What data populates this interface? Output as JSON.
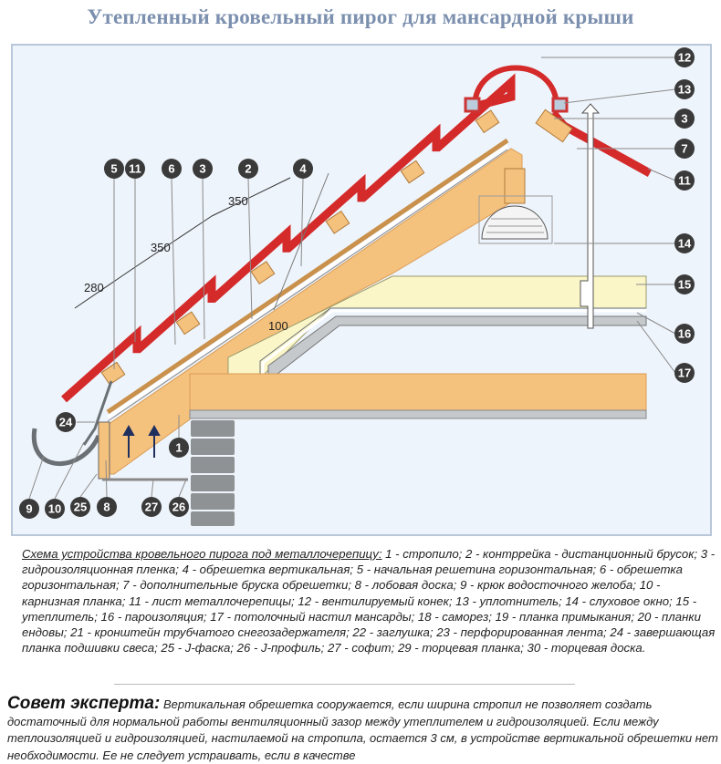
{
  "title": "Утепленный кровельный пирог для мансардной крыши",
  "callouts": {
    "c12": "12",
    "c13": "13",
    "c3r": "3",
    "c7": "7",
    "c11r": "11",
    "c14": "14",
    "c15": "15",
    "c16": "16",
    "c17": "17",
    "c5": "5",
    "c11l": "11",
    "c6": "6",
    "c3l": "3",
    "c2": "2",
    "c4": "4",
    "c24": "24",
    "c1": "1",
    "c9": "9",
    "c10": "10",
    "c25": "25",
    "c8": "8",
    "c27": "27",
    "c26": "26"
  },
  "dimensions": {
    "d350a": "350",
    "d350b": "350",
    "d280": "280",
    "d100": "100"
  },
  "colors": {
    "roof": "#d42a2a",
    "wood": "#f5c27e",
    "insulation": "#fbf6c8",
    "callout": "#3a3a3a",
    "title": "#7b8fae"
  },
  "caption": {
    "heading": "Схема устройства кровельного пирога под металлочерепицу:",
    "text": " 1 - стропило; 2 - контррейка - дистанционный брусок; 3 - гидроизоляционная пленка; 4 - обрешетка вертикальная; 5 - начальная решетина горизонтальная; 6 - обрешетка горизонтальная; 7 - дополнительные бруска обрешетки; 8 - лобовая доска; 9 - крюк водосточного желоба; 10 - карнизная планка; 11 - лист металлочерепицы; 12 - вентилируемый конек; 13 - уплотнитель; 14 - слуховое окно; 15 - утеплитель; 16 - пароизоляция; 17 - потолочный настил мансарды; 18 - саморез; 19 - планка примыкания; 20 - планки ендовы; 21 - кронштейн трубчатого снегозадержателя; 22 - заглушка; 23 - перфорированная лента; 24 - завершающая планка подшивки свеса; 25 - J-фаска; 26 - J-профиль; 27 - софит; 29 - торцевая планка; 30 - торцевая доска."
  },
  "tip": {
    "heading": "Совет эксперта:",
    "text": " Вертикальная обрешетка сооружается, если ширина стропил не позволяет создать достаточный для нормальной работы вентиляционный зазор между утеплителем и гидроизоляцией. Если между теплоизоляцией и гидроизоляцией, настилаемой на стропила, остается 3 см, в устройстве вертикальной обрешетки нет необходимости. Ее не следует устраивать, если в качестве"
  }
}
